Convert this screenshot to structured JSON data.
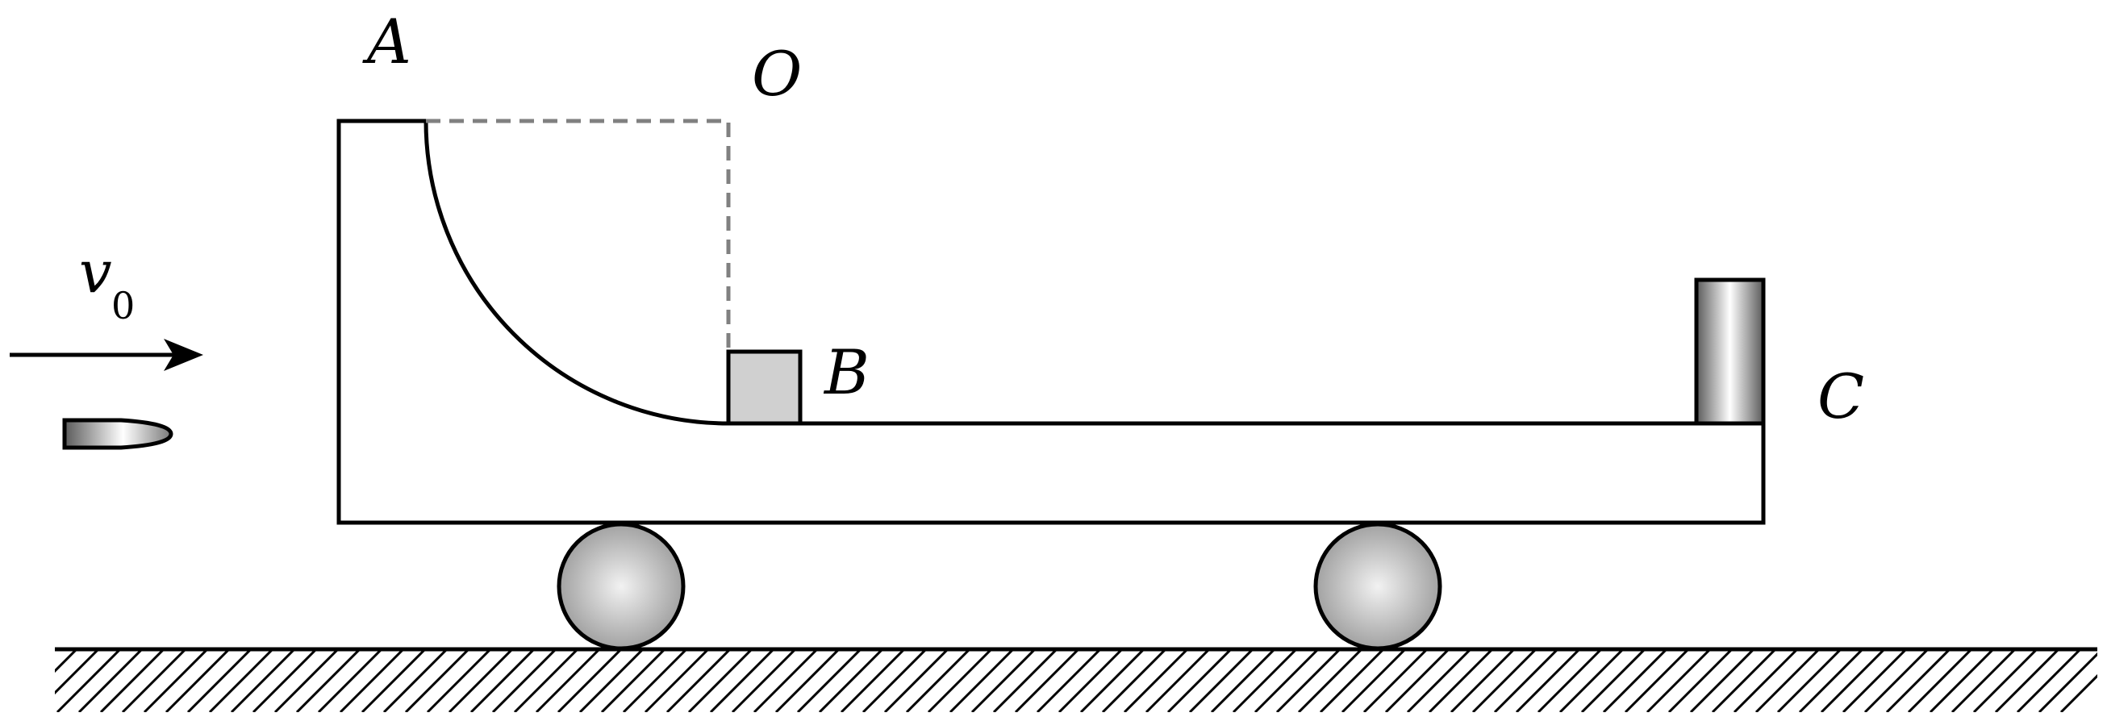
{
  "labels": {
    "point_a": "A",
    "point_o": "O",
    "point_b": "B",
    "point_c": "C",
    "velocity_symbol": "v",
    "velocity_subscript": "0"
  },
  "colors": {
    "outline": "#000000",
    "dashed_line": "#808080",
    "block_b_fill": "#d0d0d0",
    "background": "#ffffff"
  }
}
